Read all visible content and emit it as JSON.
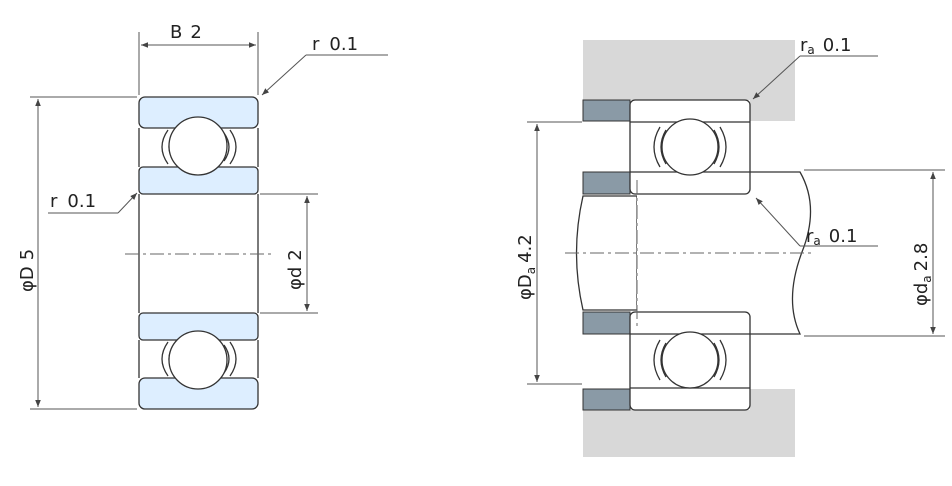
{
  "left_view": {
    "width_label": {
      "prefix": "B",
      "value": "2"
    },
    "outer_dia_label": {
      "prefix": "φD",
      "value": "5"
    },
    "bore_dia_label": {
      "prefix": "φd",
      "value": "2"
    },
    "chamfer_top_label": {
      "prefix": "r",
      "value": "0.1"
    },
    "chamfer_left_label": {
      "prefix": "r",
      "value": "0.1"
    }
  },
  "right_view": {
    "housing_fillet_label": {
      "prefix": "r",
      "sub": "a",
      "value": "0.1"
    },
    "shaft_fillet_label": {
      "prefix": "r",
      "sub": "a",
      "value": "0.1"
    },
    "housing_shoulder_label": {
      "prefix": "φD",
      "sub": "a",
      "value": "4.2"
    },
    "shaft_shoulder_label": {
      "prefix": "φd",
      "sub": "a",
      "value": "2.8"
    }
  },
  "colors": {
    "ring_fill": "#ddeeff",
    "housing_fill": "#d8d8d8",
    "spacer_fill": "#8a9aa6",
    "line": "#333333"
  }
}
